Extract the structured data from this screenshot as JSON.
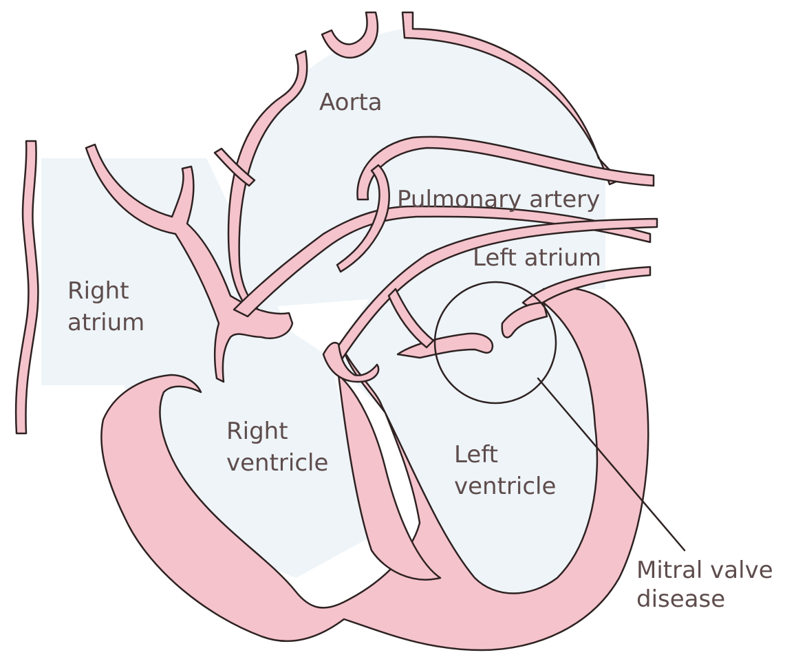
{
  "colors": {
    "tissue": "#f5c3cc",
    "tissue_dark": "#efb0bc",
    "blood": "#eef4f8",
    "outline": "#2e2222",
    "label": "#5e4c4c"
  },
  "labels": {
    "aorta": "Aorta",
    "pulmonary_artery": "Pulmonary artery",
    "left_atrium": "Left atrium",
    "right_atrium": [
      "Right",
      "atrium"
    ],
    "right_ventricle": [
      "Right",
      "ventricle"
    ],
    "left_ventricle": [
      "Left",
      "ventricle"
    ],
    "mitral_valve": [
      "Mitral valve",
      "disease"
    ]
  },
  "highlight": {
    "shape": "circle",
    "target": "mitral valve"
  }
}
